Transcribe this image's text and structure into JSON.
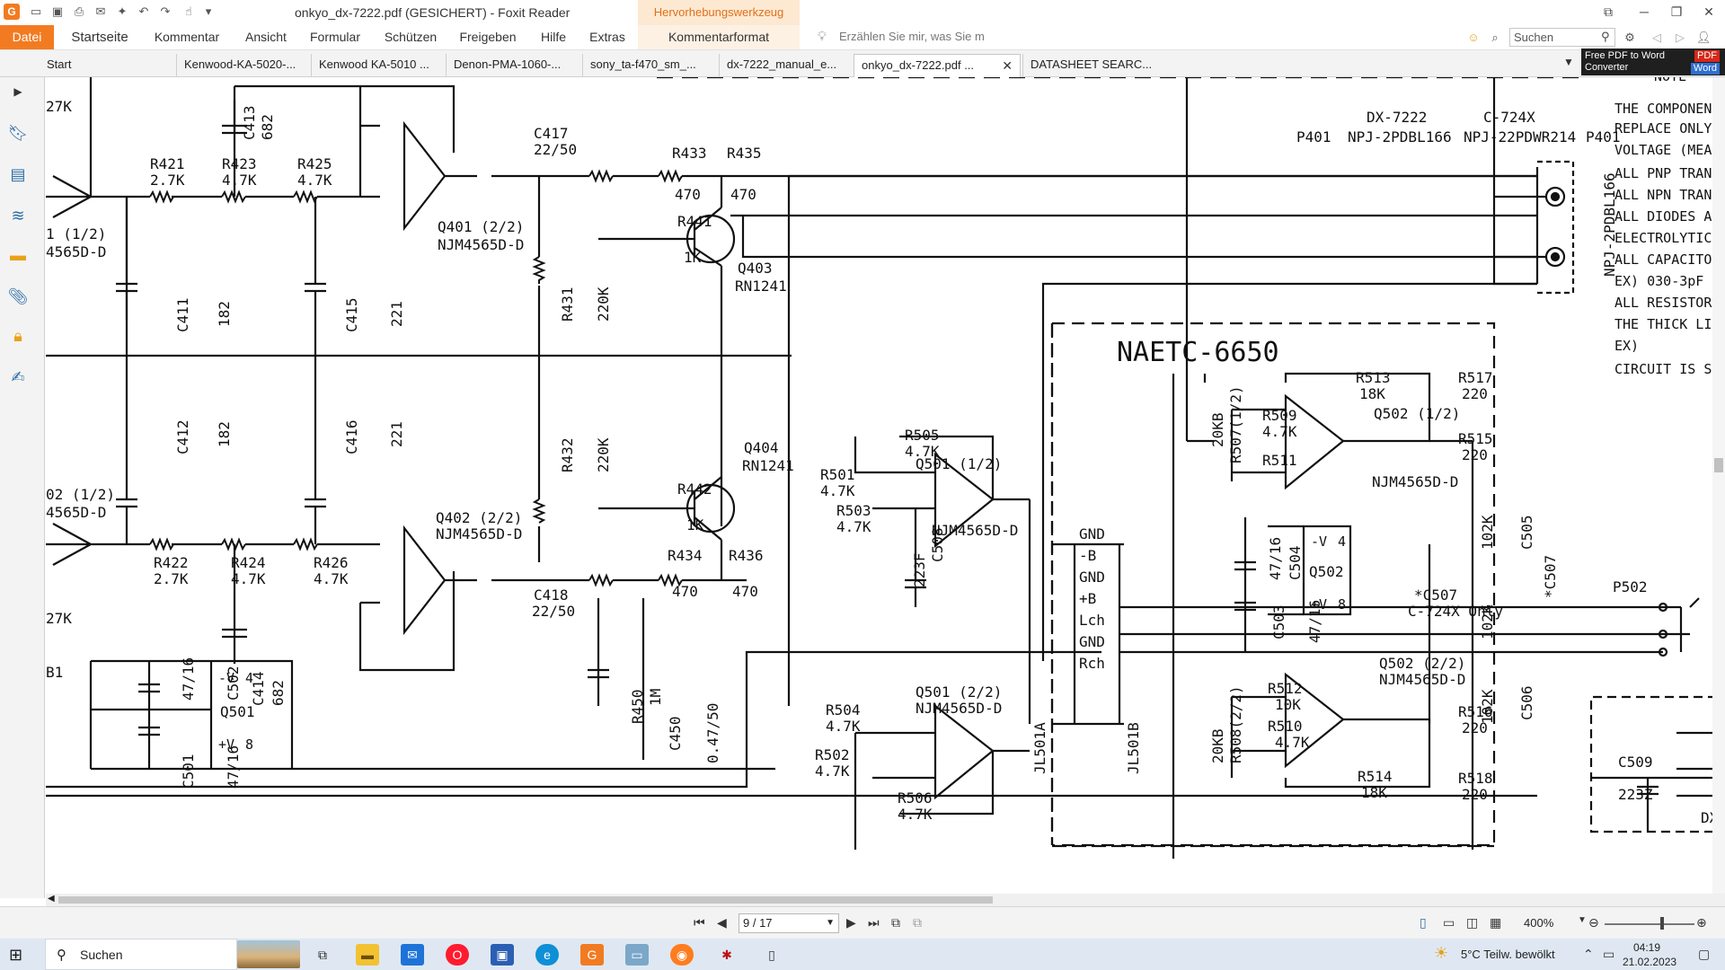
{
  "window": {
    "title": "onkyo_dx-7222.pdf (GESICHERT) - Foxit Reader",
    "context_tab_header": "Hervorhebungswerkzeug",
    "app_logo": "G"
  },
  "ribbon": {
    "tabs": [
      "Datei",
      "Startseite",
      "Kommentar",
      "Ansicht",
      "Formular",
      "Schützen",
      "Freigeben",
      "Hilfe",
      "Extras",
      "Kommentarformat"
    ],
    "tell_me_placeholder": "Erzählen Sie mir, was Sie m",
    "search_placeholder": "Suchen"
  },
  "doc_tabs": [
    {
      "label": "Start",
      "active": false
    },
    {
      "label": "Kenwood-KA-5020-...",
      "active": false
    },
    {
      "label": "Kenwood KA-5010 ...",
      "active": false
    },
    {
      "label": "Denon-PMA-1060-...",
      "active": false
    },
    {
      "label": "sony_ta-f470_sm_...",
      "active": false
    },
    {
      "label": "dx-7222_manual_e...",
      "active": false
    },
    {
      "label": "onkyo_dx-7222.pdf ...",
      "active": true
    },
    {
      "label": "DATASHEET SEARC...",
      "active": false
    }
  ],
  "ad": {
    "line1": "Free PDF to Word",
    "line2": "Converter",
    "badge_pdf": "PDF",
    "badge_word": "Word"
  },
  "schematic": {
    "r421": "R421",
    "r421v": "2.7K",
    "r423": "R423",
    "r423v": "4.7K",
    "r425": "R425",
    "r425v": "4.7K",
    "c413": "C413",
    "c413v": "682",
    "q401": "Q401 (2/2)",
    "q401p": "NJM4565D-D",
    "c417": "C417",
    "c417v": "22/50",
    "r433": "R433",
    "r433v": "470",
    "r435": "R435",
    "r435v": "470",
    "r441": "R441",
    "r441v": "1K",
    "q403": "Q403",
    "q403p": "RN1241",
    "c411": "C411",
    "c411v": "182",
    "c415": "C415",
    "c415v": "221",
    "r431": "R431",
    "r431v": "220K",
    "c412": "C412",
    "c412v": "182",
    "c416": "C416",
    "c416v": "221",
    "r432": "R432",
    "r432v": "220K",
    "q404": "Q404",
    "q404p": "RN1241",
    "r442": "R442",
    "r442v": "1K",
    "q402": "Q402 (2/2)",
    "q402p": "NJM4565D-D",
    "r422": "R422",
    "r422v": "2.7K",
    "r424": "R424",
    "r424v": "4.7K",
    "r426": "R426",
    "r426v": "4.7K",
    "c418": "C418",
    "c418v": "22/50",
    "c414": "C414",
    "c414v": "682",
    "r434": "R434",
    "r434v": "470",
    "r436": "R436",
    "r436v": "470",
    "r450": "R450",
    "r450v": "1M",
    "c450": "C450",
    "c450v": "0.47/50",
    "c502": "C502",
    "c502v": "47/16",
    "c501": "C501",
    "c501v": "47/16",
    "q501_box": "Q501",
    "q501_vm": "-V",
    "q501_vmp": "4",
    "q501_vp": "+V",
    "q501_vpp": "8",
    "left_frag_1": "1 (1/2)",
    "left_frag_2": "4565D-D",
    "left_frag_3": "27K",
    "left_frag_4": "02 (1/2)",
    "left_frag_5": "4565D-D",
    "left_frag_6": "27K",
    "left_frag_7": "B1",
    "dx7222": "DX-7222",
    "c724x": "C-724X",
    "p401": "P401",
    "npj_a": "NPJ-2PDBL166",
    "npj_b": "NPJ-22PDWR214",
    "p401_right": "P401",
    "npj_vert": "NPJ-2PDBL166",
    "naetc": "NAETC-6650",
    "r505": "R505",
    "r505v": "4.7K",
    "r501": "R501",
    "r501v": "4.7K",
    "r503": "R503",
    "r503v": "4.7K",
    "q501a": "Q501 (1/2)",
    "q501a_p": "NJM4565D-D",
    "c508": "C508",
    "c508v": "223F",
    "r504": "R504",
    "r504v": "4.7K",
    "r502": "R502",
    "r502v": "4.7K",
    "r506": "R506",
    "r506v": "4.7K",
    "q501b": "Q501 (2/2)",
    "q501b_p": "NJM4565D-D",
    "jl501a": "JL501A",
    "jl501b": "JL501B",
    "pins": [
      "GND",
      "-B",
      "GND",
      "+B",
      "Lch",
      "GND",
      "Rch"
    ],
    "r507": "R507(1/2)",
    "r507v": "20KB",
    "r509": "R509",
    "r509v": "4.7K",
    "r511": "R511",
    "r513": "R513",
    "r513v": "18K",
    "r517": "R517",
    "r517v": "220",
    "q502a": "Q502 (1/2)",
    "q502a_p": "NJM4565D-D",
    "r515": "R515",
    "r515v": "220",
    "c505": "C505",
    "c505v": "102K",
    "c504": "C504",
    "c504v": "47/16",
    "c503": "C503",
    "c503v": "47/16",
    "q502_box": "Q502",
    "q502_vm": "-V",
    "q502_vmp": "4",
    "q502_vp": "+V",
    "q502_vpp": "8",
    "c507": "*C507",
    "c507v": "102K",
    "c507_note": "C-724X Only",
    "p502": "P502",
    "r508": "R508(2/2)",
    "r508v": "20KB",
    "r512": "R512",
    "r512v": "10K",
    "r510": "R510",
    "r510v": "4.7K",
    "q502b": "Q502 (2/2)",
    "q502b_p": "NJM4565D-D",
    "r516": "R516",
    "r516v": "220",
    "r514": "R514",
    "r514v": "18K",
    "r518": "R518",
    "r518v": "220",
    "c506": "C506",
    "c506v": "102K",
    "c509": "C509",
    "c509v": "223Z",
    "dx_frag": "DX-",
    "note_title": "NOTE",
    "notes": [
      "THE COMPONEN",
      "REPLACE ONLY",
      "VOLTAGE (MEAS",
      "ALL PNP TRAN",
      "ALL NPN TRAN",
      "ALL DIODES A",
      "ELECTROLYTIC",
      "ALL CAPACITO",
      "EX) 030-3pF",
      "ALL RESISTOR",
      "THE THICK LI",
      "EX)",
      "CIRCUIT IS S"
    ]
  },
  "statusbar": {
    "page": "9 / 17",
    "zoom": "400%"
  },
  "taskbar": {
    "search_label": "Suchen",
    "weather": "5°C  Teilw. bewölkt",
    "time": "04:19",
    "date": "21.02.2023"
  }
}
